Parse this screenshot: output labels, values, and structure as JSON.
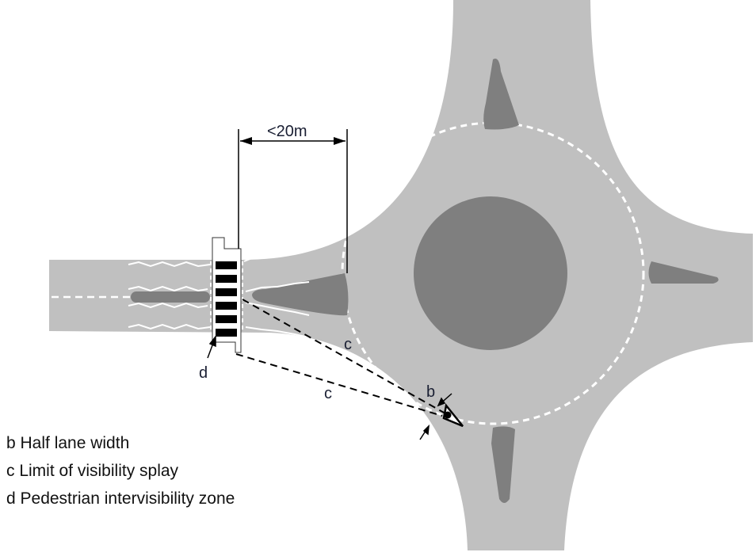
{
  "dimension": {
    "label": "<20m"
  },
  "labels": {
    "b": "b",
    "c1": "c",
    "c2": "c",
    "d": "d"
  },
  "legend": [
    "b Half lane width",
    "c Limit of visibility splay",
    "d Pedestrian intervisibility zone"
  ],
  "colors": {
    "road": "#c0c0c0",
    "island": "#7f7f7f",
    "marking": "#ffffff",
    "line": "#000000"
  }
}
